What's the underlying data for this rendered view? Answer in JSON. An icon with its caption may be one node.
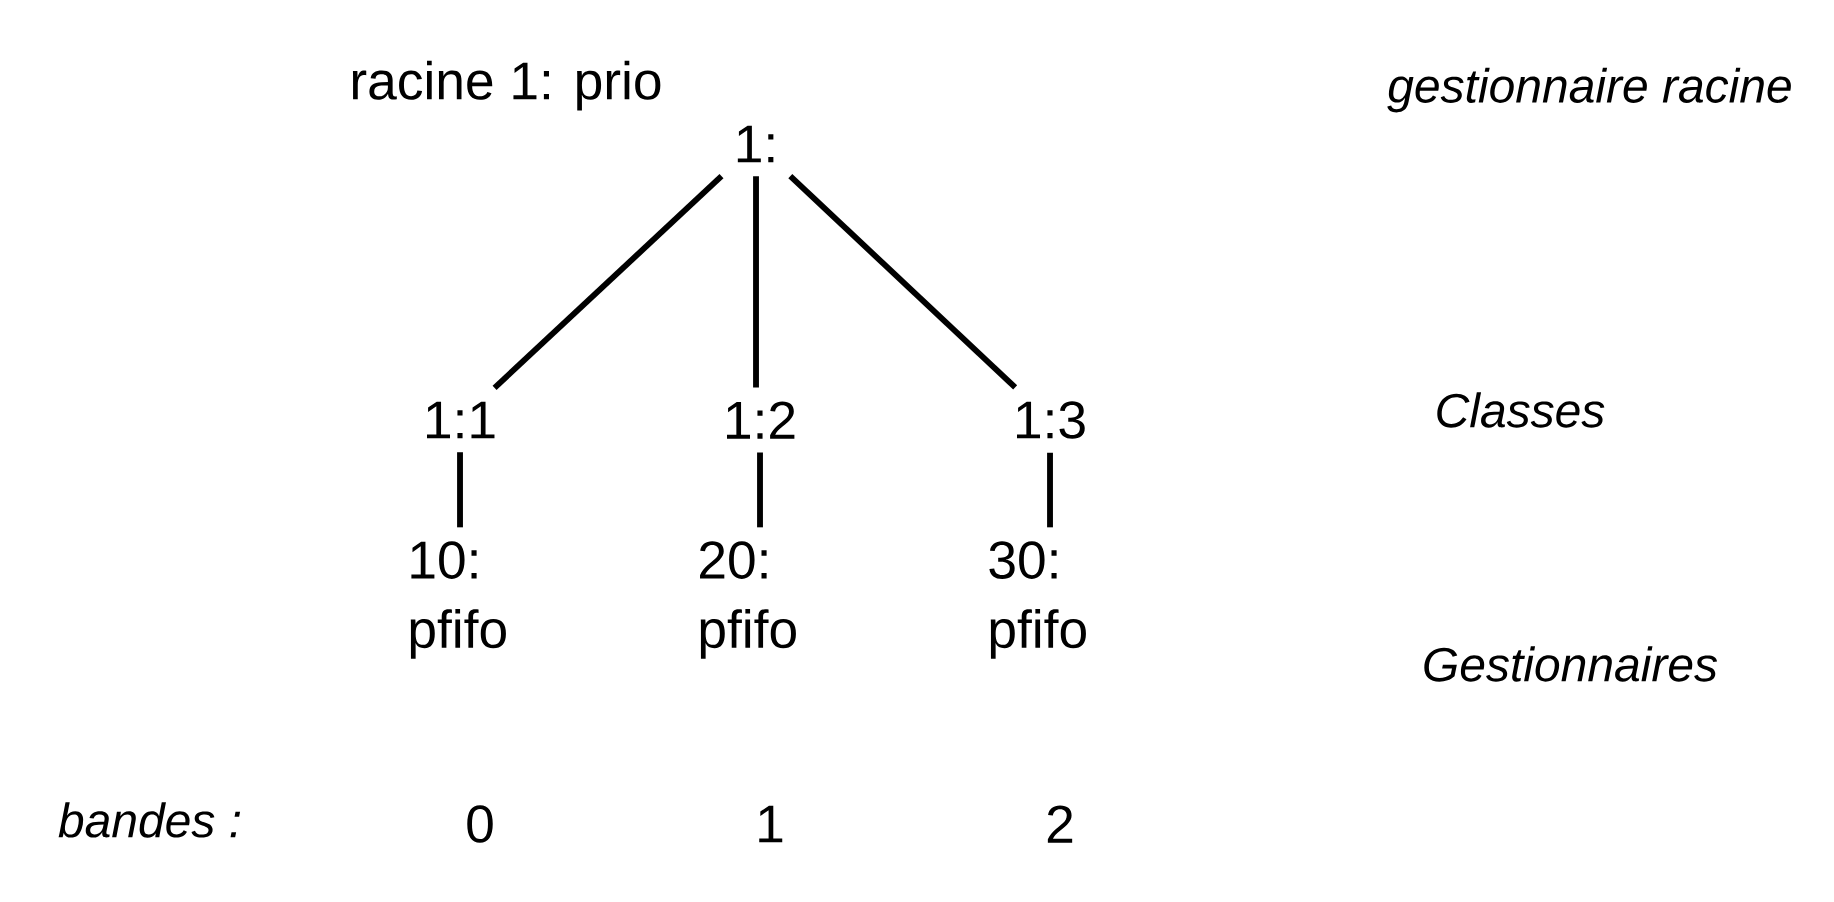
{
  "diagram": {
    "nodes": [
      {
        "text": [
          "1:"
        ],
        "beside": [
          "racine 1: prio"
        ]
      },
      {
        "text": [
          "1:1"
        ]
      },
      {
        "text": [
          "1:2"
        ]
      },
      {
        "text": [
          "1:3"
        ]
      },
      {
        "text": [
          "10: pfifo"
        ]
      },
      {
        "text": [
          "20: pfifo"
        ]
      },
      {
        "text": [
          "30: pfifo"
        ]
      }
    ],
    "edges": [
      {
        "from": 0,
        "to": 1,
        "arrow": "none"
      },
      {
        "from": 0,
        "to": 2,
        "arrow": "none"
      },
      {
        "from": 0,
        "to": 3,
        "arrow": "none"
      },
      {
        "from": 1,
        "to": 4,
        "arrow": "none"
      },
      {
        "from": 2,
        "to": 5,
        "arrow": "none"
      },
      {
        "from": 3,
        "to": 6,
        "arrow": "none"
      }
    ],
    "labels": [
      "gestionnaire racine",
      "Classes",
      "Gestionnaires",
      "bandes :",
      "0",
      "1",
      "2"
    ]
  }
}
